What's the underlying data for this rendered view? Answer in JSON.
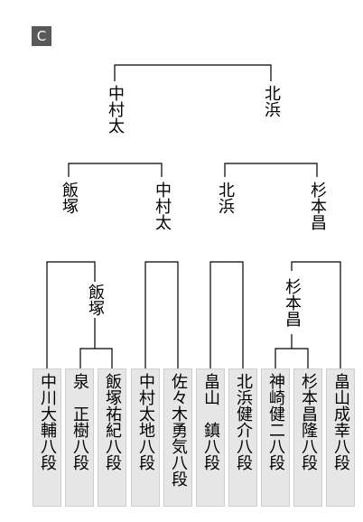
{
  "badge": {
    "label": "C"
  },
  "players": [
    "中川大輔八段",
    "泉　正樹八段",
    "飯塚祐紀八段",
    "中村太地八段",
    "佐々木勇気八段",
    "畠山　鎮八段",
    "北浜健介八段",
    "神崎健二八段",
    "杉本昌隆八段",
    "畠山成幸八段"
  ],
  "winners": {
    "r1_a": "飯塚",
    "r1_b": "杉本昌",
    "qf_left": "飯塚",
    "qf_left2": "中村太",
    "qf_right1": "北浜",
    "qf_right2": "杉本昌",
    "sf_left": "中村太",
    "sf_right": "北浜"
  },
  "colors": {
    "line": "#000000",
    "box_bg": "#e6e6e6",
    "box_border": "#cfcfcf",
    "badge_bg": "#595959"
  }
}
